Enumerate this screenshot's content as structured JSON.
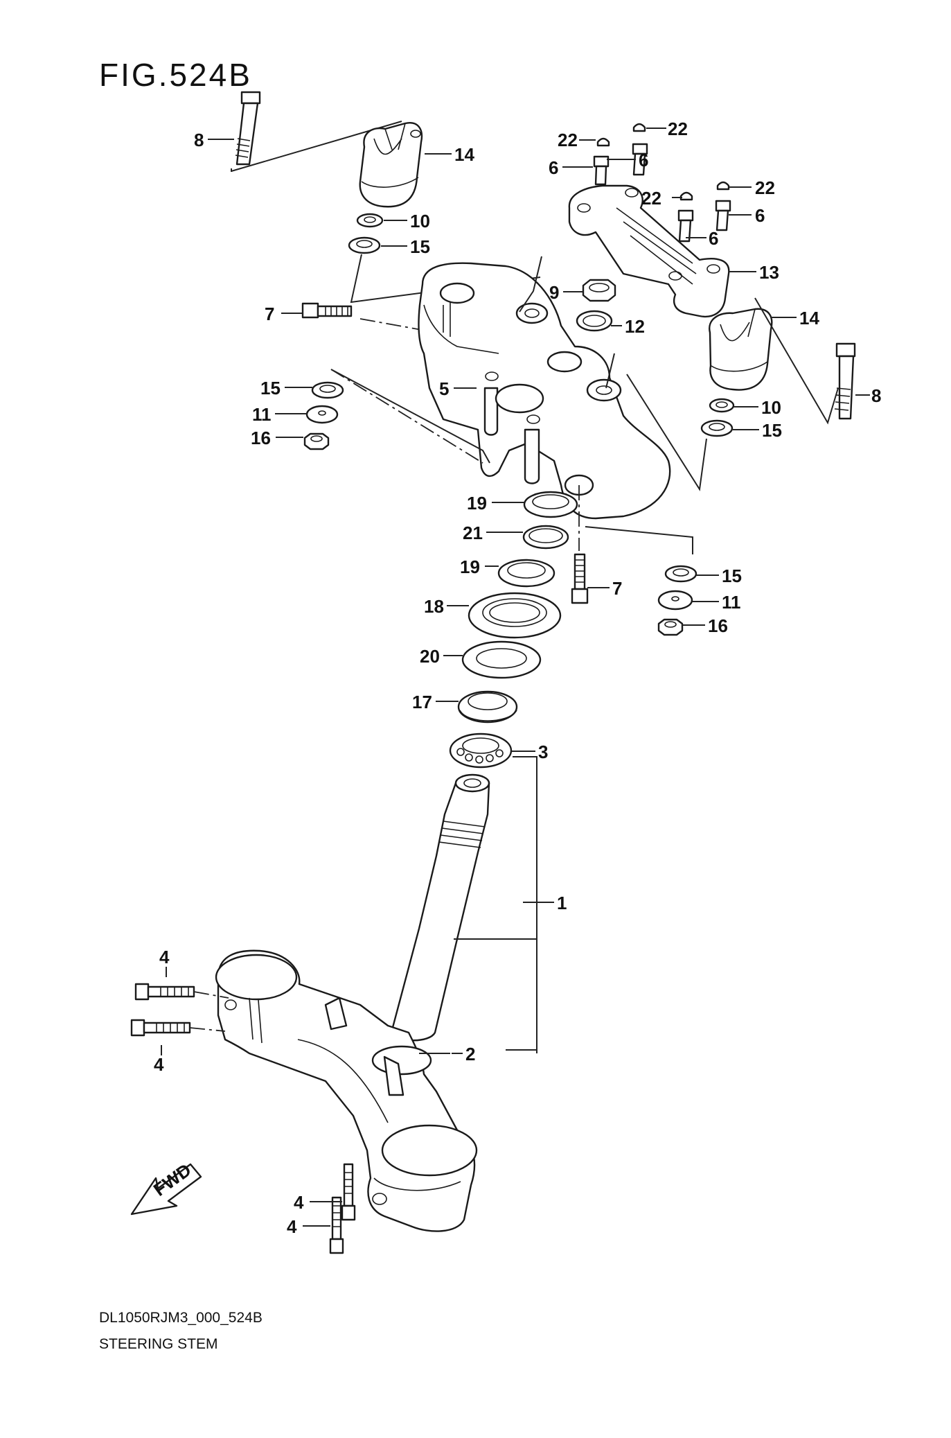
{
  "figure_title": "FIG.524B",
  "footer": {
    "code": "DL1050RJM3_000_524B",
    "title": "STEERING STEM"
  },
  "fwd_badge": "FWD",
  "callouts": [
    {
      "id": "c8a",
      "label": "8"
    },
    {
      "id": "c14a",
      "label": "14"
    },
    {
      "id": "c10a",
      "label": "10"
    },
    {
      "id": "c15a",
      "label": "15"
    },
    {
      "id": "c7a",
      "label": "7"
    },
    {
      "id": "c22a",
      "label": "22"
    },
    {
      "id": "c22b",
      "label": "22"
    },
    {
      "id": "c6a",
      "label": "6"
    },
    {
      "id": "c6b",
      "label": "6"
    },
    {
      "id": "c22c",
      "label": "22"
    },
    {
      "id": "c22d",
      "label": "22"
    },
    {
      "id": "c6c",
      "label": "6"
    },
    {
      "id": "c6d",
      "label": "6"
    },
    {
      "id": "c13",
      "label": "13"
    },
    {
      "id": "c9",
      "label": "9"
    },
    {
      "id": "c12",
      "label": "12"
    },
    {
      "id": "c14b",
      "label": "14"
    },
    {
      "id": "c5",
      "label": "5"
    },
    {
      "id": "c15b",
      "label": "15"
    },
    {
      "id": "c11a",
      "label": "11"
    },
    {
      "id": "c16a",
      "label": "16"
    },
    {
      "id": "c10b",
      "label": "10"
    },
    {
      "id": "c15c",
      "label": "15"
    },
    {
      "id": "c8b",
      "label": "8"
    },
    {
      "id": "c19a",
      "label": "19"
    },
    {
      "id": "c21",
      "label": "21"
    },
    {
      "id": "c19b",
      "label": "19"
    },
    {
      "id": "c7b",
      "label": "7"
    },
    {
      "id": "c15d",
      "label": "15"
    },
    {
      "id": "c18",
      "label": "18"
    },
    {
      "id": "c11b",
      "label": "11"
    },
    {
      "id": "c16b",
      "label": "16"
    },
    {
      "id": "c20",
      "label": "20"
    },
    {
      "id": "c17",
      "label": "17"
    },
    {
      "id": "c3",
      "label": "3"
    },
    {
      "id": "c1",
      "label": "1"
    },
    {
      "id": "c4a",
      "label": "4"
    },
    {
      "id": "c4b",
      "label": "4"
    },
    {
      "id": "c2",
      "label": "2"
    },
    {
      "id": "c4c",
      "label": "4"
    },
    {
      "id": "c4d",
      "label": "4"
    }
  ]
}
